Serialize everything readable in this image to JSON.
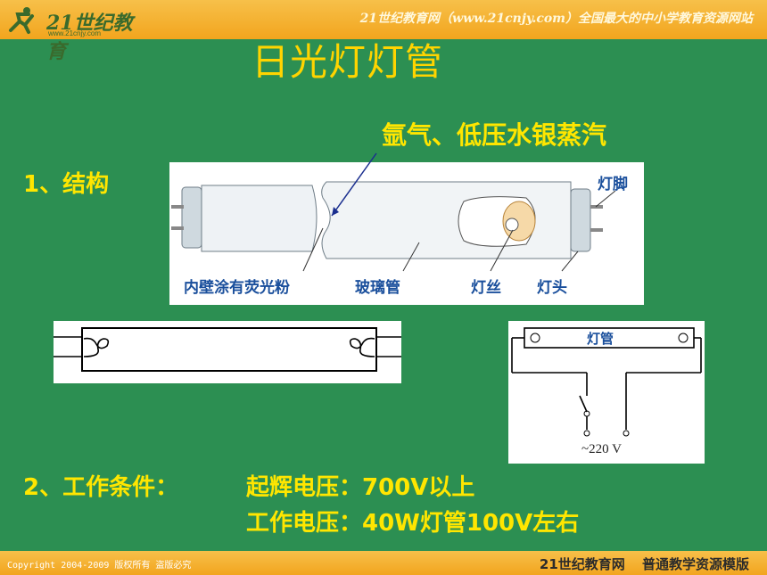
{
  "header": {
    "logo_text": "21世纪教育",
    "logo_sub": "www.21cnjy.com",
    "slogan": "21世纪教育网（www.21cnjy.com）全国最大的中小学教育资源网站"
  },
  "slide": {
    "title": "日光灯灯管",
    "gas_note": "氩气、低压水银蒸汽",
    "structure_heading": "1、结构",
    "tube_labels": {
      "inner_coating": "内壁涂有荧光粉",
      "glass_tube": "玻璃管",
      "filament": "灯丝",
      "cap": "灯头",
      "pin": "灯脚"
    },
    "circuit": {
      "tube_label": "灯管",
      "voltage": "~220 V"
    },
    "conditions_heading": "2、工作条件：",
    "start_voltage": "起辉电压：700V以上",
    "work_voltage": "工作电压：40W灯管100V左右"
  },
  "footer": {
    "copyright": "Copyright 2004-2009 版权所有 盗版必究",
    "site": "21世纪教育网 普通教学资源模版"
  },
  "colors": {
    "background": "#2c8f52",
    "bar": "#f2a51e",
    "title": "#ffd400",
    "accent_text": "#ffe600",
    "diagram_label": "#1a4f9c"
  }
}
